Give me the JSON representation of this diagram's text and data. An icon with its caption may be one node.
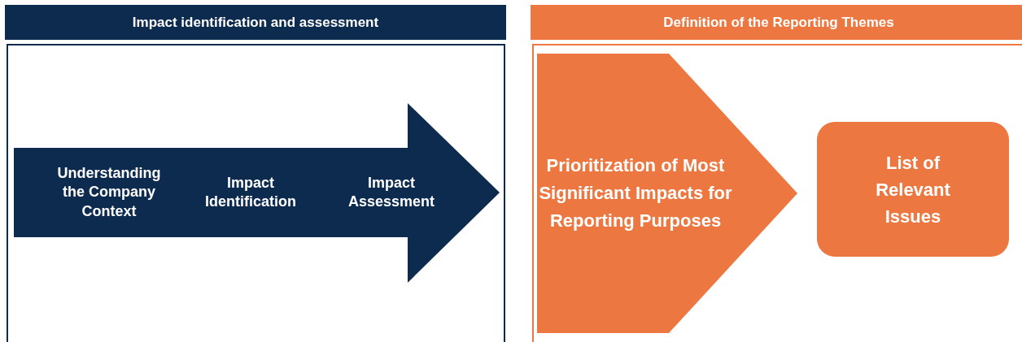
{
  "diagram": {
    "nodes": [
      {
        "text": [
          "Impact identification and assessment"
        ]
      },
      {
        "text": [
          "Understanding the Company Context",
          "Impact Identification",
          "Impact Assessment"
        ],
        "in": 0
      },
      {
        "text": [
          "Definition of the Reporting Themes"
        ]
      },
      {
        "text": [
          "Prioritization of Most Significant Impacts for Reporting Purposes"
        ],
        "in": 2
      },
      {
        "text": [
          "List of Relevant Issues"
        ],
        "in": 2
      }
    ],
    "edges": []
  }
}
